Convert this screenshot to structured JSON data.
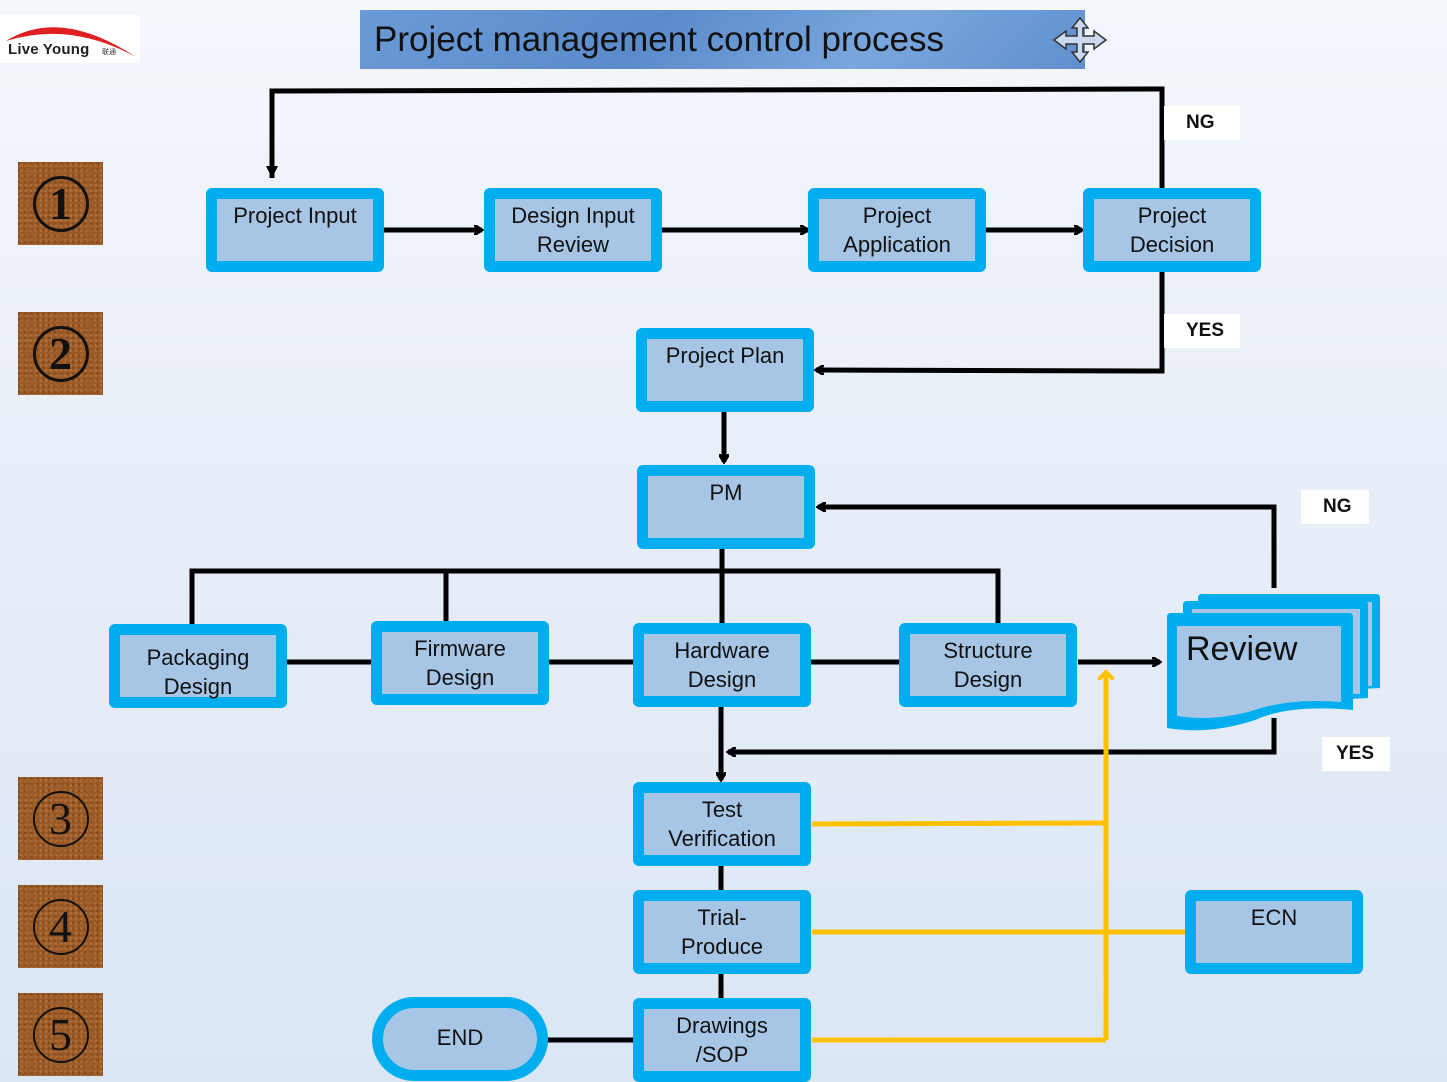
{
  "logo": {
    "text": "Live Young",
    "subtext": "联通",
    "arc_color": "#e02020"
  },
  "title": {
    "text": "Project management control process",
    "move_handle_icon": "move-arrows-icon"
  },
  "steps": [
    {
      "id": 1,
      "symbol": "①"
    },
    {
      "id": 2,
      "symbol": "②"
    },
    {
      "id": 3,
      "symbol": "③"
    },
    {
      "id": 4,
      "symbol": "④"
    },
    {
      "id": 5,
      "symbol": "⑤"
    }
  ],
  "nodes": {
    "project_input": "Project Input",
    "design_input_review": "Design Input\nReview",
    "project_application": "Project\nApplication",
    "project_decision": "Project\nDecision",
    "project_plan": "Project Plan",
    "pm": "PM",
    "packaging_design": "Packaging\nDesign",
    "firmware_design": "Firmware\nDesign",
    "hardware_design": "Hardware\nDesign",
    "structure_design": "Structure\nDesign",
    "review": "Review",
    "test_verification": "Test\nVerification",
    "trial_produce": "Trial-\nProduce",
    "drawings_sop": "Drawings\n/SOP",
    "ecn": "ECN",
    "end": "END"
  },
  "labels": {
    "decision_ng": "NG",
    "decision_yes": "YES",
    "review_ng": "NG",
    "review_yes": "YES"
  },
  "colors": {
    "node_border": "#00aeef",
    "node_fill": "#a7c6e6",
    "connector": "#000000",
    "feedback_line": "#ffc000",
    "title_bar": "#6b9bd6",
    "step_badge": "#9a5a28"
  }
}
